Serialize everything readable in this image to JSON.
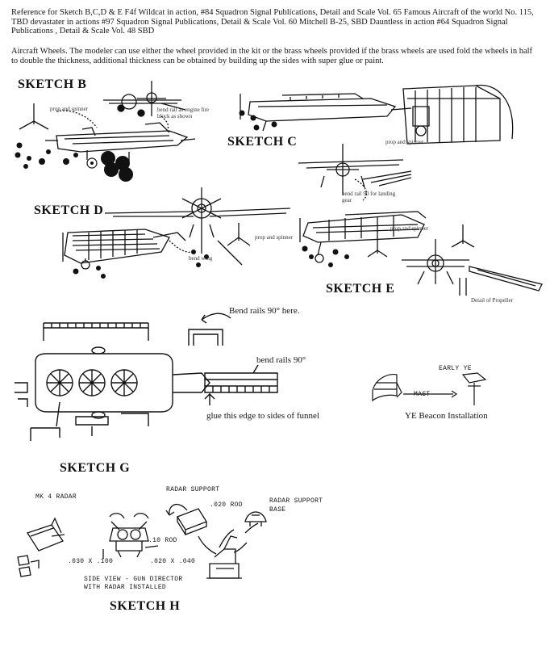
{
  "reference_text": "Reference for Sketch B,C,D & E  F4f Wildcat in action, #84 Squadron Signal Publications, Detail and Scale Vol. 65 Famous Aircraft of the world No. 115,  TBD devastater in actions #97 Squadron Signal Publications, Detail & Scale Vol. 60 Mitchell B-25, SBD Dauntless in action #64 Squadron Signal Publications , Detail & Scale Vol. 48 SBD",
  "wheels_text": "Aircraft Wheels.  The modeler can use either the wheel provided in the kit or the brass wheels provided if the brass wheels are used fold the wheels in half to double the thickness, additional thickness can be obtained by building up the sides with super glue or paint.",
  "sketch_b": {
    "title": "SKETCH  B",
    "note_1": "prop and spinner",
    "note_2": "bend rail as engine fire block as shown"
  },
  "sketch_c": {
    "title": "SKETCH  C",
    "note_1": "prop and spinner",
    "note_2": "bend rail 90 for landing gear"
  },
  "sketch_d": {
    "title": "SKETCH  D",
    "note_1": "prop and spinner",
    "note_2": "bend wing"
  },
  "sketch_e": {
    "title": "SKETCH  E",
    "note_1": "prop and spinner",
    "note_2": "Detail of Propeller"
  },
  "sketch_g": {
    "title": "SKETCH  G",
    "bend_rails_here": "Bend rails 90° here.",
    "bend_rails": "bend rails 90°",
    "glue_edge": "glue this edge to sides of funnel",
    "early_ye": "EARLY YE",
    "mast": "MAST",
    "ye_beacon": "YE Beacon Installation"
  },
  "sketch_h": {
    "title": "SKETCH  H",
    "mk4_radar": "MK 4 RADAR",
    "radar_support": "RADAR SUPPORT",
    "rod_020": ".020 ROD",
    "radar_support_base_1": "RADAR SUPPORT",
    "radar_support_base_2": "BASE",
    "rod_10": ".10 ROD",
    "dim_030_100": ".030 X .100",
    "dim_020_040": ".020 X .040",
    "side_view_1": "SIDE VIEW - GUN DIRECTOR",
    "side_view_2": "WITH RADAR INSTALLED"
  },
  "colors": {
    "ink": "#111111",
    "paper": "#ffffff"
  }
}
